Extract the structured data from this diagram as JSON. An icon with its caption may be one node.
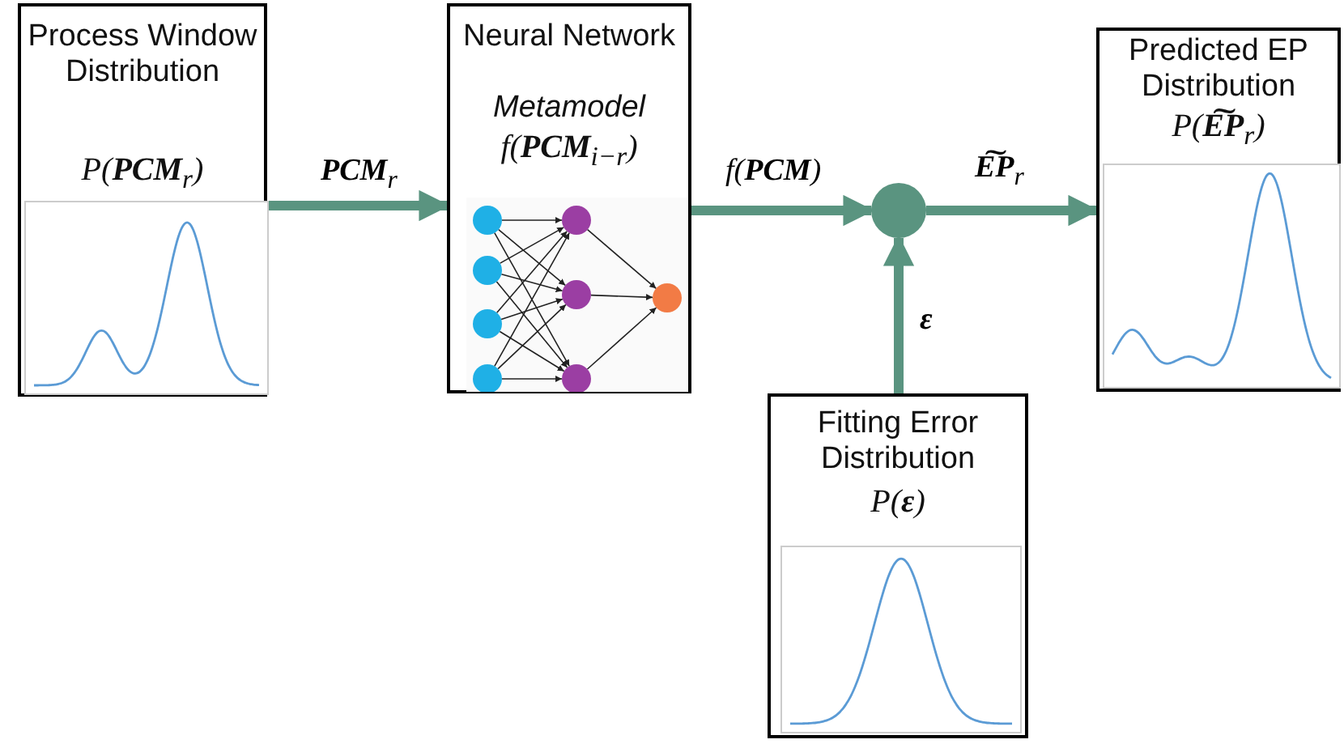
{
  "diagram": {
    "nodes": [
      {
        "text": [
          "Process Window Distribution",
          "P(**PCM**$_{r}$)"
        ]
      },
      {
        "text": [
          "Neural Network",
          "Metamodel",
          "f(**PCM**$_{i−r}$)"
        ]
      },
      {
        "text": [],
        "shape": "circle"
      },
      {
        "text": [
          "Predicted EP Distribution",
          "P(**E͠P**$_{r}$)"
        ]
      },
      {
        "text": [
          "Fitting Error Distribution",
          "P(**ε**)"
        ]
      }
    ],
    "edges": [
      {
        "from": 0,
        "to": 1,
        "arrow": "to",
        "label": "**PCM**$_{r}$"
      },
      {
        "from": 1,
        "to": 2,
        "arrow": "to",
        "label": "f(**PCM**)"
      },
      {
        "from": 2,
        "to": 3,
        "arrow": "to",
        "label": "**E͠P**$_{r}$"
      },
      {
        "from": 4,
        "to": 2,
        "arrow": "to",
        "label": "**ε**"
      }
    ]
  }
}
